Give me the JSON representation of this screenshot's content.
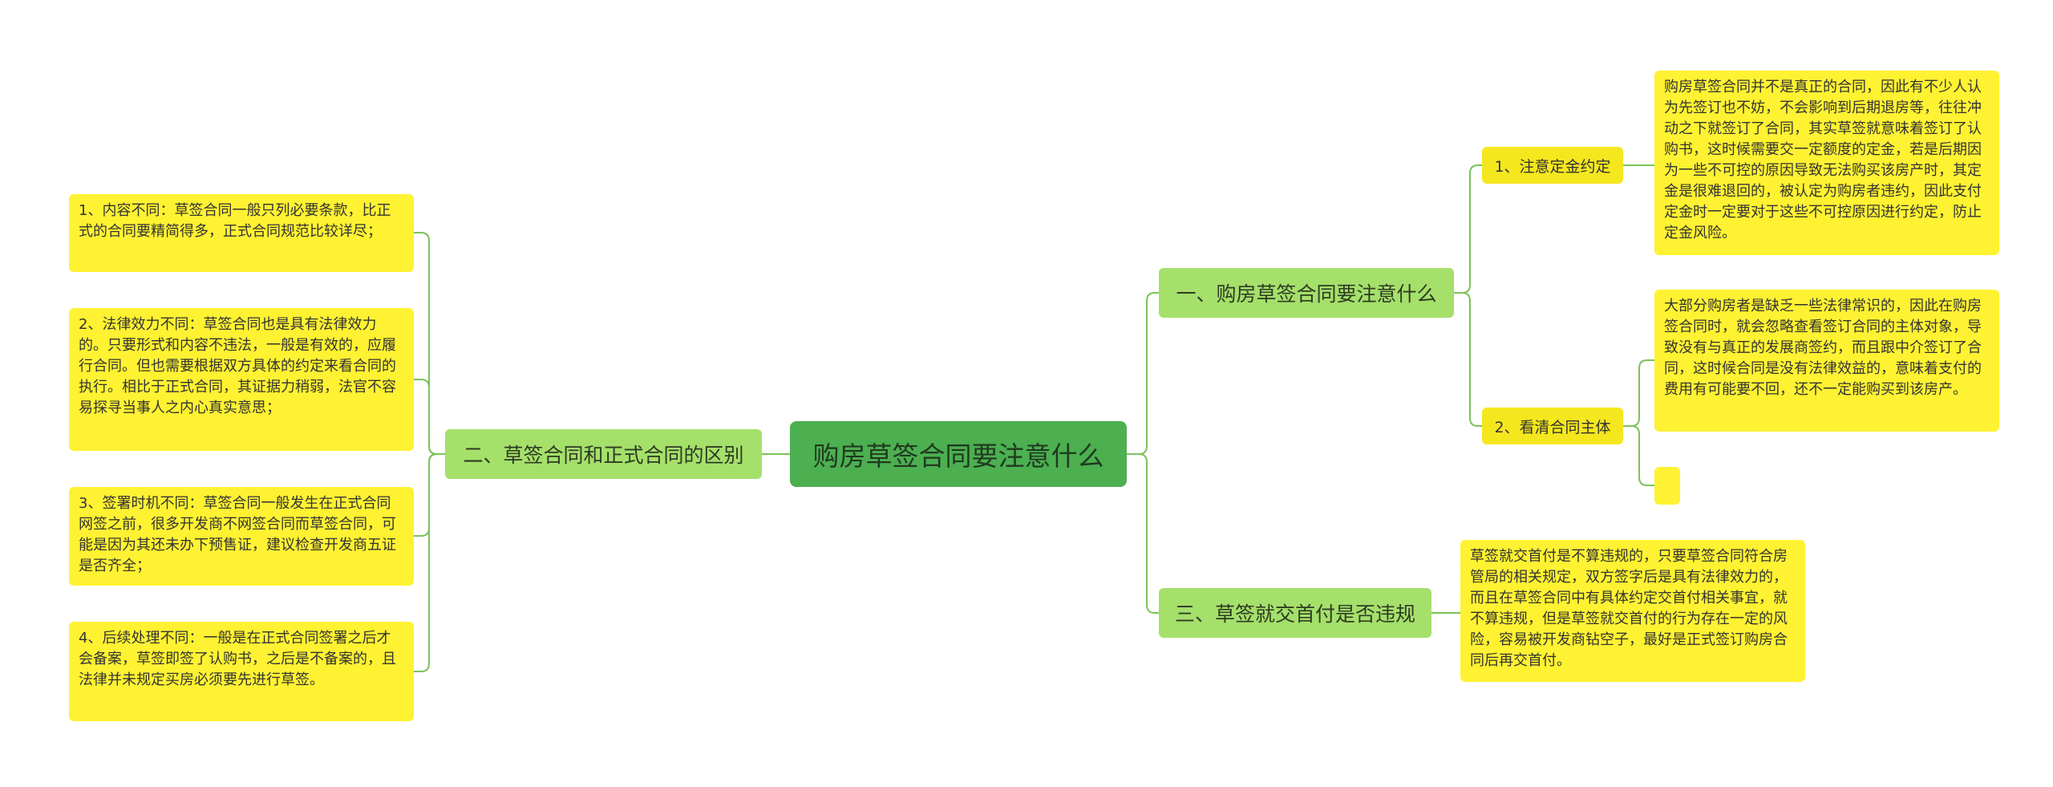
{
  "colors": {
    "root": "#4caf50",
    "branch": "#a5e06b",
    "sub": "#f5e71e",
    "leaf": "#fff232",
    "wire": "#7cc35a"
  },
  "root": {
    "label": "购房草签合同要注意什么"
  },
  "branches": {
    "b1": {
      "label": "一、购房草签合同要注意什么"
    },
    "b2": {
      "label": "二、草签合同和正式合同的区别"
    },
    "b3": {
      "label": "三、草签就交首付是否违规"
    }
  },
  "subs": {
    "s1": {
      "label": "1、注意定金约定"
    },
    "s2": {
      "label": "2、看清合同主体"
    }
  },
  "leaves": {
    "L1": "购房草签合同并不是真正的合同，因此有不少人认为先签订也不妨，不会影响到后期退房等，往往冲动之下就签订了合同，其实草签就意味着签订了认购书，这时候需要交一定额度的定金，若是后期因为一些不可控的原因导致无法购买该房产时，其定金是很难退回的，被认定为购房者违约，因此支付定金时一定要对于这些不可控原因进行约定，防止定金风险。",
    "L2": "大部分购房者是缺乏一些法律常识的，因此在购房签合同时，就会忽略查看签订合同的主体对象，导致没有与真正的发展商签约，而且跟中介签订了合同，这时候合同是没有法律效益的，意味着支付的费用有可能要不回，还不一定能购买到该房产。",
    "L3": "",
    "L4": "草签就交首付是不算违规的，只要草签合同符合房管局的相关规定，双方签字后是具有法律效力的，而且在草签合同中有具体约定交首付相关事宜，就不算违规，但是草签就交首付的行为存在一定的风险，容易被开发商钻空子，最好是正式签订购房合同后再交首付。",
    "l1": "1、内容不同：草签合同一般只列必要条款，比正式的合同要精简得多，正式合同规范比较详尽；",
    "l2": "2、法律效力不同：草签合同也是具有法律效力的。只要形式和内容不违法，一般是有效的，应履行合同。但也需要根据双方具体的约定来看合同的执行。相比于正式合同，其证据力稍弱，法官不容易探寻当事人之内心真实意思；",
    "l3": "3、签署时机不同：草签合同一般发生在正式合同网签之前，很多开发商不网签合同而草签合同，可能是因为其还未办下预售证，建议检查开发商五证是否齐全；",
    "l4": "4、后续处理不同：一般是在正式合同签署之后才会备案，草签即签了认购书，之后是不备案的，且法律并未规定买房必须要先进行草签。"
  }
}
